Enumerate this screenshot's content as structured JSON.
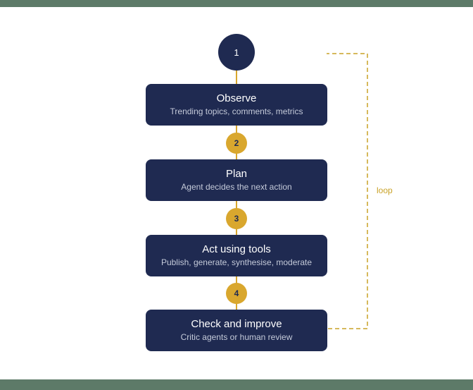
{
  "colors": {
    "navy": "#1f2a51",
    "gold": "#d9a72e",
    "loop_line": "#c9a227",
    "subtitle_text": "#c4cad9",
    "edge_bar_green": "#5d7a68",
    "background": "#ffffff"
  },
  "start": {
    "number": "1"
  },
  "steps": [
    {
      "number": "1",
      "title": "Observe",
      "subtitle": "Trending topics, comments, metrics"
    },
    {
      "number": "2",
      "title": "Plan",
      "subtitle": "Agent decides the next action"
    },
    {
      "number": "3",
      "title": "Act using tools",
      "subtitle": "Publish, generate, synthesise, moderate"
    },
    {
      "number": "4",
      "title": "Check and improve",
      "subtitle": "Critic agents or human review"
    }
  ],
  "loop": {
    "label": "loop"
  }
}
